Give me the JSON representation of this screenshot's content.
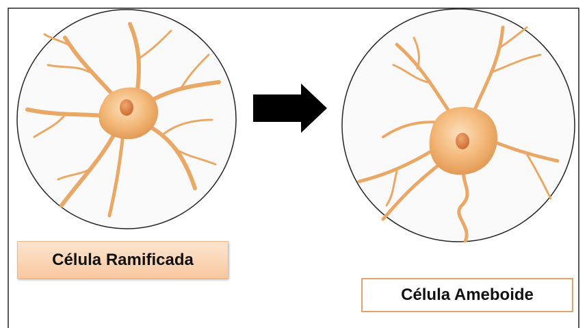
{
  "cells": [
    {
      "label": "Célula Ramificada"
    },
    {
      "label": "Célula Ameboide"
    }
  ],
  "arrow": {
    "direction": "right",
    "color": "#000000"
  },
  "colors": {
    "cell_body": "#f2b26e",
    "cell_process": "#e8a564",
    "nucleus": "#d97a3a",
    "circle_stroke": "#222222",
    "frame": "#222222",
    "left_label_fill": "#fbd3b0",
    "left_label_border": "#f0b586",
    "right_label_border": "#e6a06a"
  }
}
